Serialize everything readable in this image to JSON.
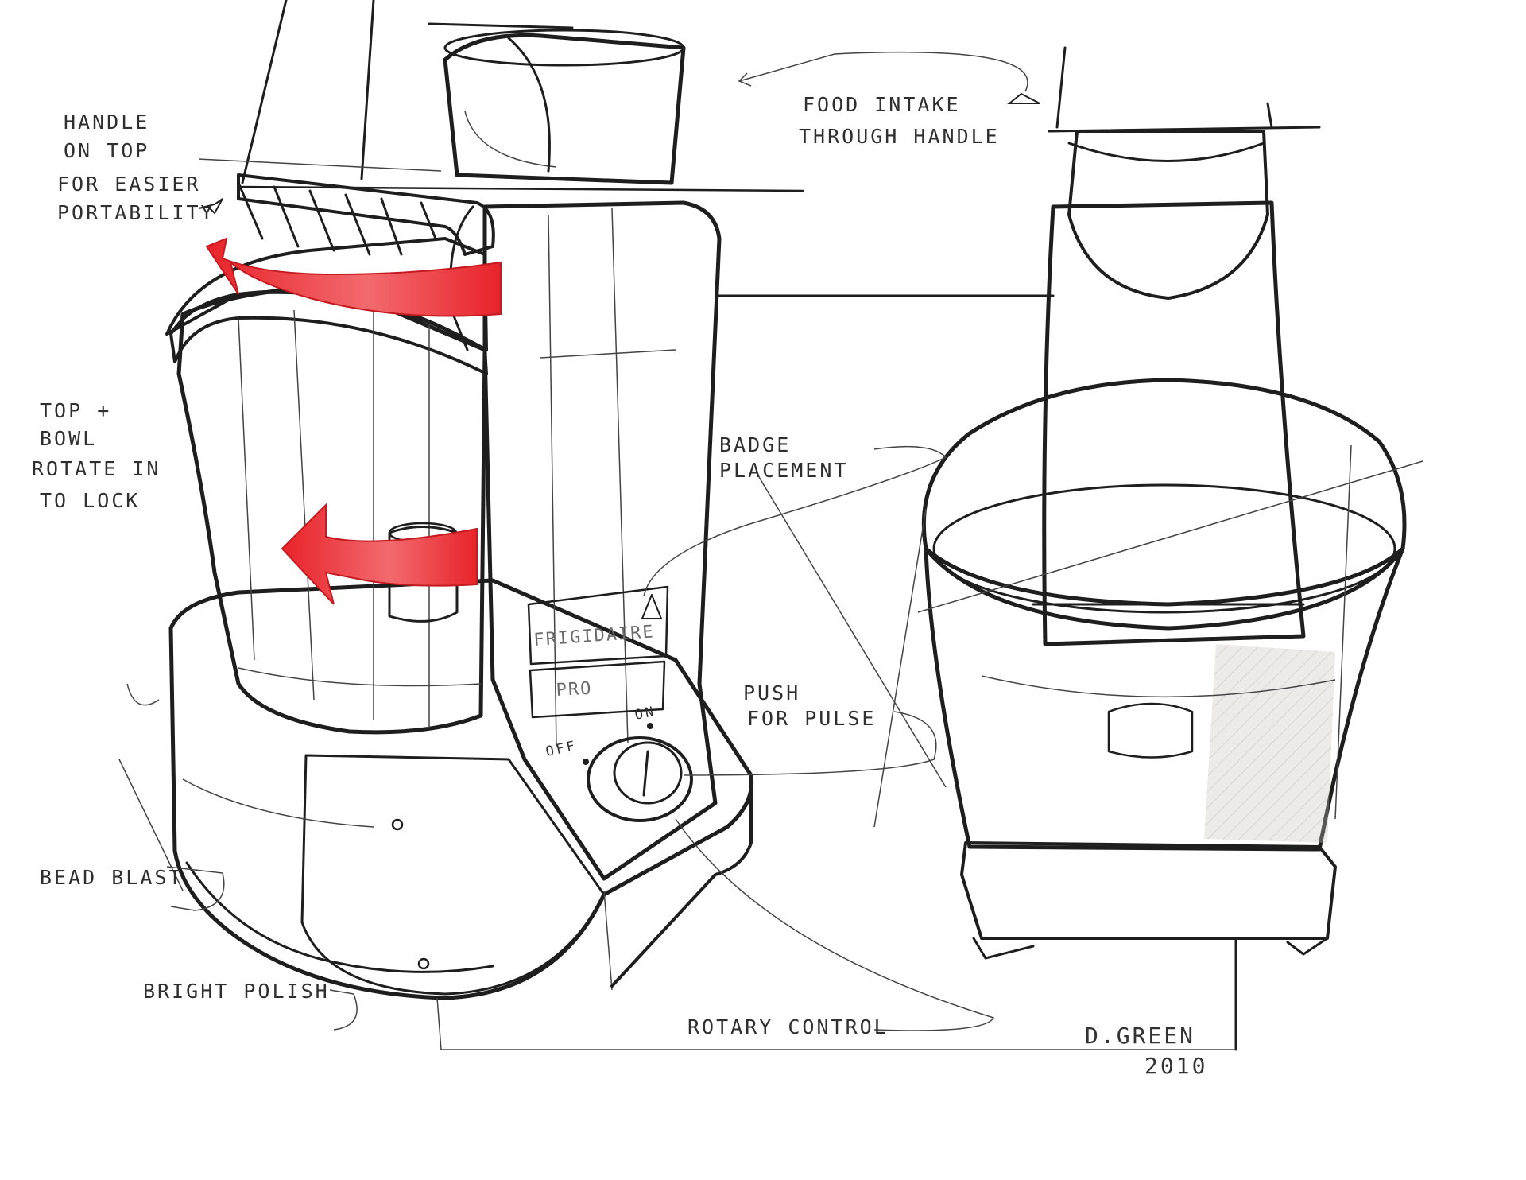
{
  "annotations": {
    "handle": [
      "HANDLE",
      "ON TOP",
      "FOR EASIER",
      "PORTABILITY"
    ],
    "food_intake": [
      "FOOD INTAKE",
      "THROUGH HANDLE"
    ],
    "rotate_lock": [
      "TOP +",
      "BOWL",
      "ROTATE IN",
      "TO LOCK"
    ],
    "badge_placement": [
      "BADGE",
      "PLACEMENT"
    ],
    "push_pulse": [
      "PUSH",
      "FOR PULSE"
    ],
    "bead_blast": "BEAD BLAST",
    "bright_polish": "BRIGHT POLISH",
    "rotary_control": "ROTARY CONTROL"
  },
  "badge": {
    "brand": "FRIGIDAIRE",
    "model": "PRO"
  },
  "control": {
    "off_label": "OFF",
    "on_label": "ON"
  },
  "signature": {
    "name": "D.GREEN",
    "year": "2010"
  },
  "colors": {
    "body": "#dedbd5",
    "body_shade": "#bfbbb3",
    "glass": "#c7e3e6",
    "arrow_red": "#e8232a",
    "ink": "#1e1e1e",
    "hatch": "#a8a49b"
  }
}
